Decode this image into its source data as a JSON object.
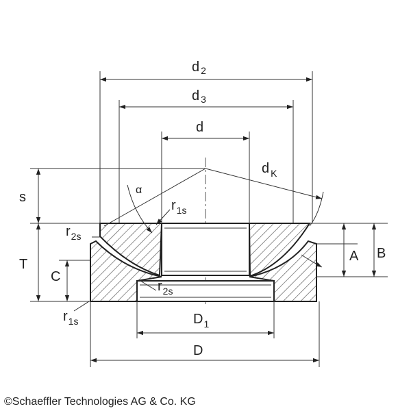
{
  "labels": {
    "d2": "d",
    "d2_sub": "2",
    "d3": "d",
    "d3_sub": "3",
    "d": "d",
    "dK": "d",
    "dK_sub": "K",
    "alpha": "α",
    "s": "s",
    "r1s_top": "r",
    "r1s_top_sub": "1s",
    "r2s_left": "r",
    "r2s_left_sub": "2s",
    "T": "T",
    "C": "C",
    "A": "A",
    "B": "B",
    "r2s_bottom": "r",
    "r2s_bottom_sub": "2s",
    "r1s_bottom": "r",
    "r1s_bottom_sub": "1s",
    "D1": "D",
    "D1_sub": "1",
    "D": "D"
  },
  "copyright": "©Schaeffler Technologies AG & Co. KG"
}
